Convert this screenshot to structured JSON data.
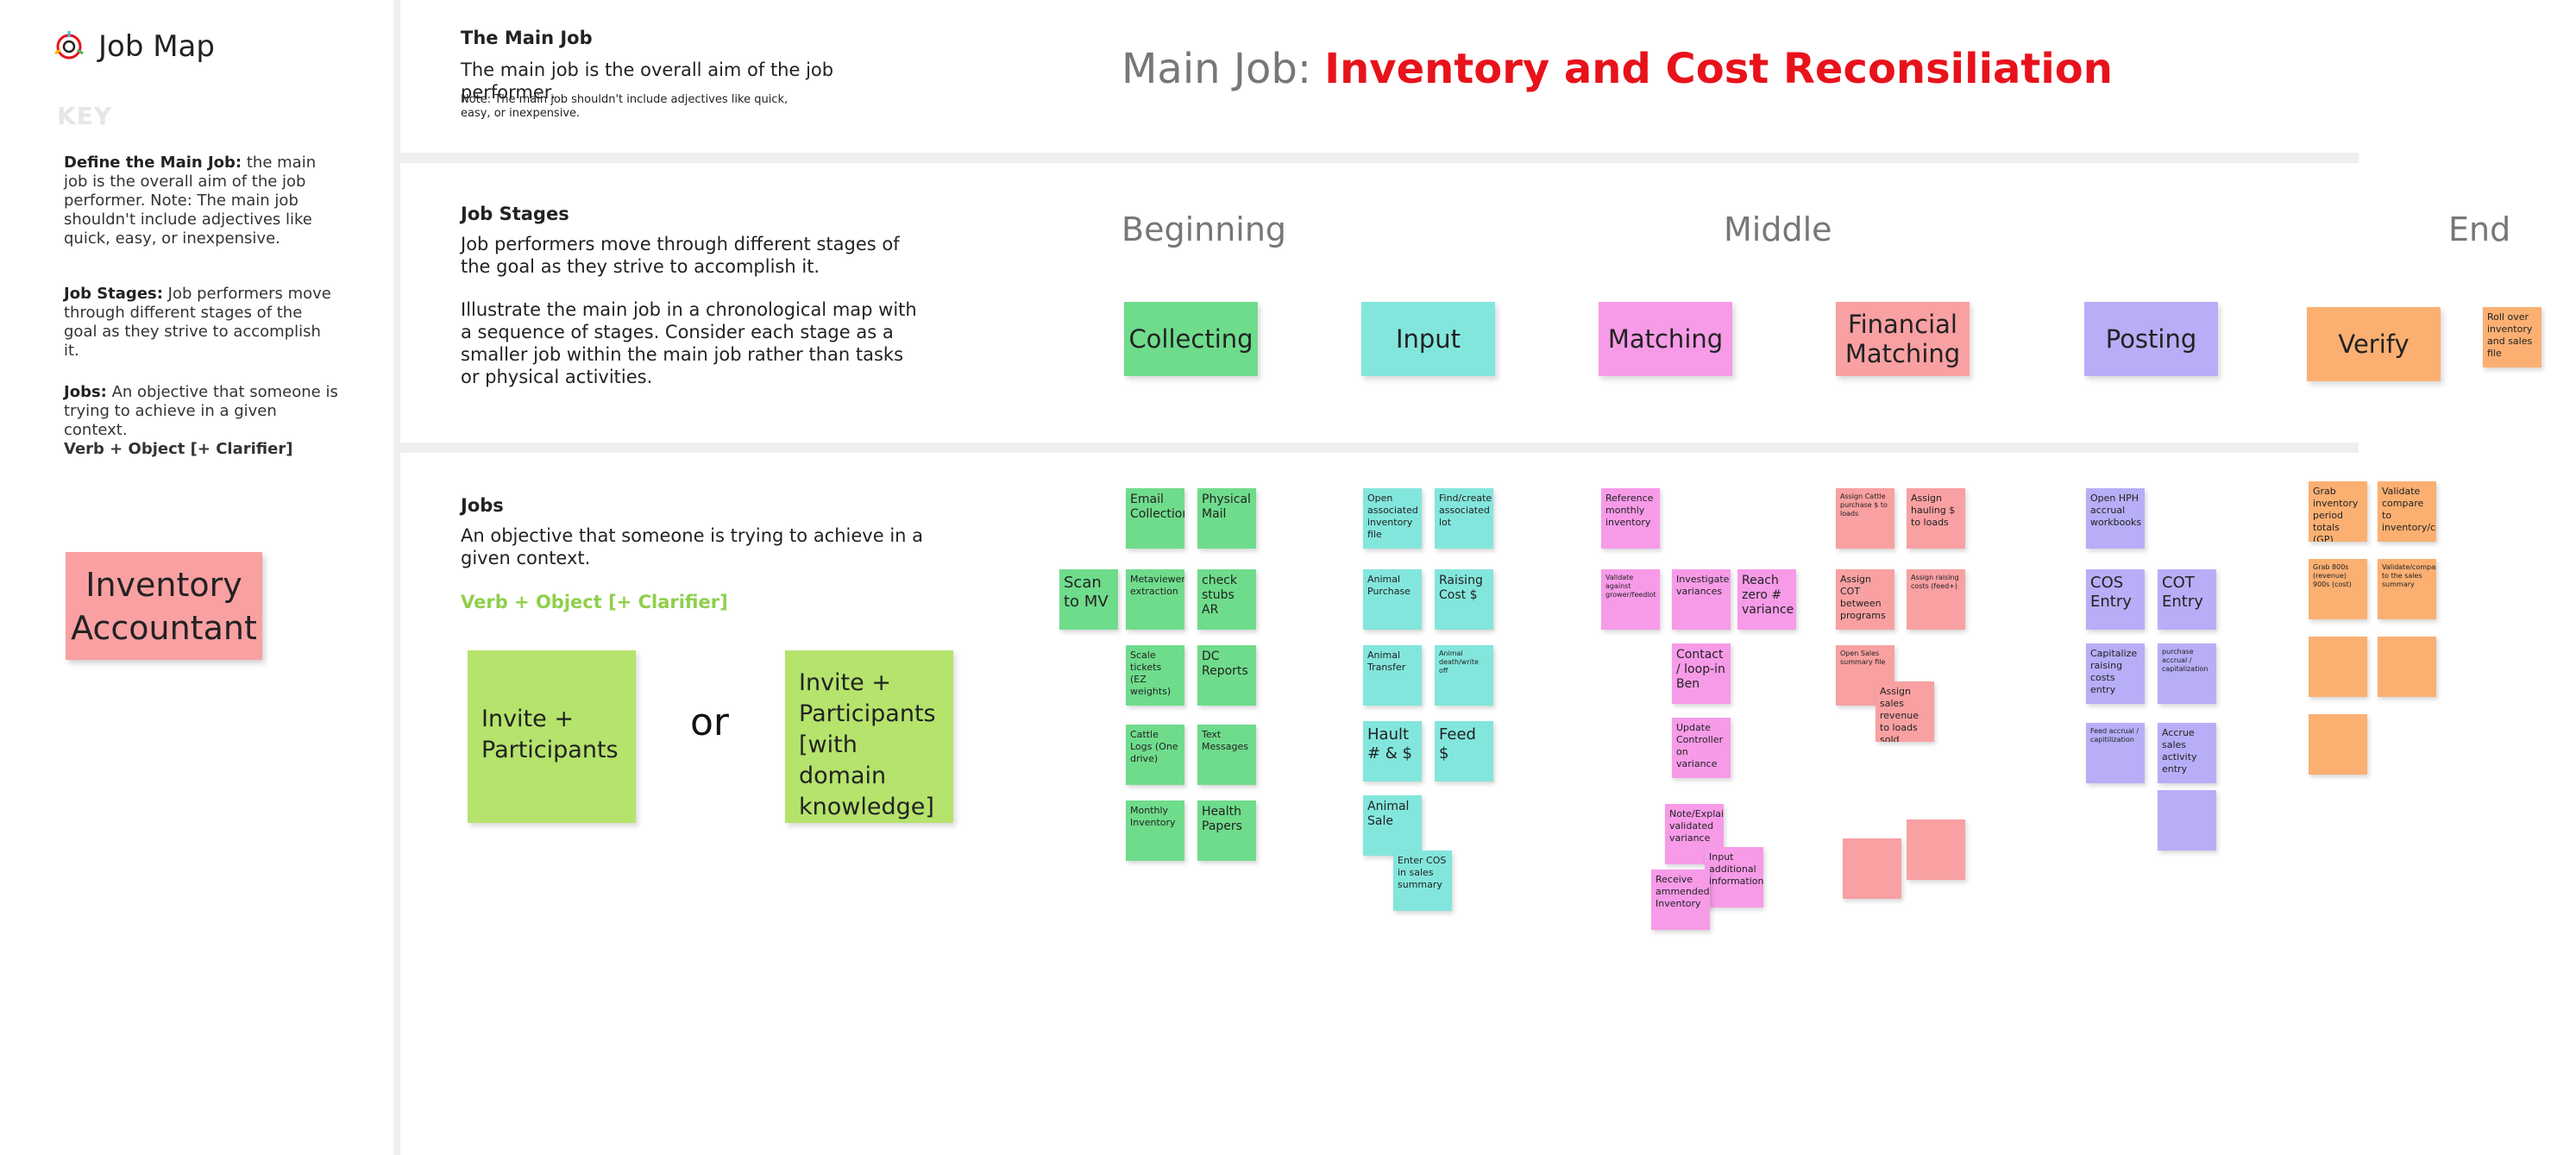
{
  "app": {
    "title": "Job Map"
  },
  "key": {
    "label": "KEY",
    "define_main_job_title": "Define the Main Job:",
    "define_main_job_text": " the main job is the overall aim of the job performer. Note: The main job shouldn't include adjectives like quick, easy, or inexpensive.",
    "job_stages_title": "Job Stages:",
    "job_stages_text": " Job performers move through different stages of the goal as they strive to accomplish it.",
    "jobs_title": "Jobs:",
    "jobs_text": " An objective that someone is trying to achieve in a given context.",
    "formula": "Verb + Object [+ Clarifier]"
  },
  "role": "Inventory Accountant",
  "sections": {
    "main_job": {
      "title": "The Main Job",
      "text": "The main job is the overall aim of the job performer.",
      "note": "Note: The main job shouldn't include adjectives like quick, easy, or inexpensive."
    },
    "job_stages": {
      "title": "Job Stages",
      "text1": "Job performers move through different stages of the goal as they strive to accomplish it.",
      "text2": "Illustrate the main job in a chronological map with a sequence of stages. Consider each stage as a smaller job within the main job rather than tasks or physical activities."
    },
    "jobs": {
      "title": "Jobs",
      "text": "An objective that someone is trying to achieve in a given context.",
      "formula": "Verb + Object [+ Clarifier]",
      "example1": "Invite + Participants",
      "or": "or",
      "example2": "Invite + Participants [with domain knowledge]"
    }
  },
  "main_job": {
    "prefix": "Main Job: ",
    "name": "Inventory and Cost Reconsiliation"
  },
  "phases": {
    "beginning": "Beginning",
    "middle": "Middle",
    "end": "End"
  },
  "stages": {
    "collecting": "Collecting",
    "input": "Input",
    "matching": "Matching",
    "financial_matching": "Financial Matching",
    "posting": "Posting",
    "verify": "Verify"
  },
  "notes": {
    "roll_over": "Roll over inventory and sales file",
    "collecting": {
      "email": "Email Collection",
      "physical_mail": "Physical Mail",
      "scan_to_mv": "Scan to MV",
      "metaviewer": "Metaviewer extraction",
      "check_stubs": "check stubs AR",
      "scale_tickets": "Scale tickets (EZ weights)",
      "dc_reports": "DC Reports",
      "cattle_logs": "Cattle Logs (One drive)",
      "text_messages": "Text Messages",
      "monthly_inventory": "Monthly Inventory",
      "health_papers": "Health Papers"
    },
    "input": {
      "open_inventory": "Open associated inventory file",
      "find_lot": "Find/create associated lot",
      "animal_purchase": "Animal Purchase",
      "raising_cost": "Raising Cost $",
      "animal_transfer": "Animal Transfer",
      "animal_death": "Animal death/write off",
      "hault": "Hault # & $",
      "feed": "Feed $",
      "animal_sale": "Animal Sale",
      "enter_cos": "Enter COS in sales summary"
    },
    "matching": {
      "reference_inventory": "Reference monthly inventory",
      "validate_grower": "Validate against grower/feedlot",
      "investigate": "Investigate variances",
      "reach_zero": "Reach zero # variance",
      "contact_ben": "Contact / loop-in Ben",
      "update_controller": "Update Controller on variance",
      "note_explain": "Note/Explain validated variance",
      "input_additional": "Input additional information",
      "receive_amended": "Receive ammended Inventory"
    },
    "financial": {
      "assign_cattle": "Assign Cattle purchase $ to loads",
      "assign_hauling": "Assign hauling $ to loads",
      "assign_cot": "Assign COT between programs",
      "assign_raising": "Assign raising costs (feed+)",
      "open_sales": "Open Sales summary file",
      "assign_sales": "Assign sales revenue to loads sold"
    },
    "posting": {
      "open_hph": "Open HPH accrual workbooks",
      "cos_entry": "COS Entry",
      "cot_entry": "COT Entry",
      "capitalize": "Capitalize raising costs entry",
      "purchase_accrual": "purchase accrual / capitalization",
      "feed_accrual": "Feed accrual / capitilization",
      "accrue_sales": "Accrue sales activity entry"
    },
    "verify": {
      "grab_inventory": "Grab inventory period totals (GP)",
      "validate_inventory": "Validate compare to inventory/costing",
      "grab_800s": "Grab 800s (revenue) 900s (cost)",
      "validate_sales": "Validate/compare to the sales summary"
    }
  },
  "colors": {
    "green": "#6fdc8c",
    "teal": "#83e6dc",
    "pink": "#f79be8",
    "red": "#f9a0a2",
    "purple": "#b7aef7",
    "orange": "#fbb072",
    "lime": "#b5e36c",
    "accent": "#e8121b"
  }
}
